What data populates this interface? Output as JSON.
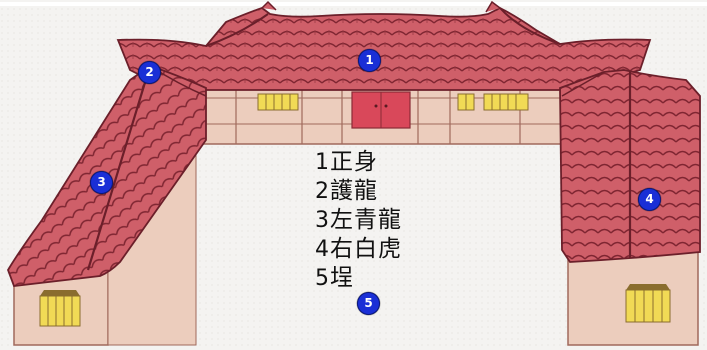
{
  "legend": {
    "items": [
      {
        "num": "1",
        "label": "正身"
      },
      {
        "num": "2",
        "label": "護龍"
      },
      {
        "num": "3",
        "label": "左青龍"
      },
      {
        "num": "4",
        "label": "右白虎"
      },
      {
        "num": "5",
        "label": "埕"
      }
    ]
  },
  "markers": [
    "1",
    "2",
    "3",
    "4",
    "5"
  ],
  "colors": {
    "roof_tile": "#c8555f",
    "roof_dark": "#8a2b36",
    "wall": "#eccdbd",
    "wall_lines": "#a0695c",
    "door": "#d9485a",
    "window_yellow": "#f1da55",
    "marker_blue": "#1a2fd6",
    "paper": "#f3f1ef"
  }
}
